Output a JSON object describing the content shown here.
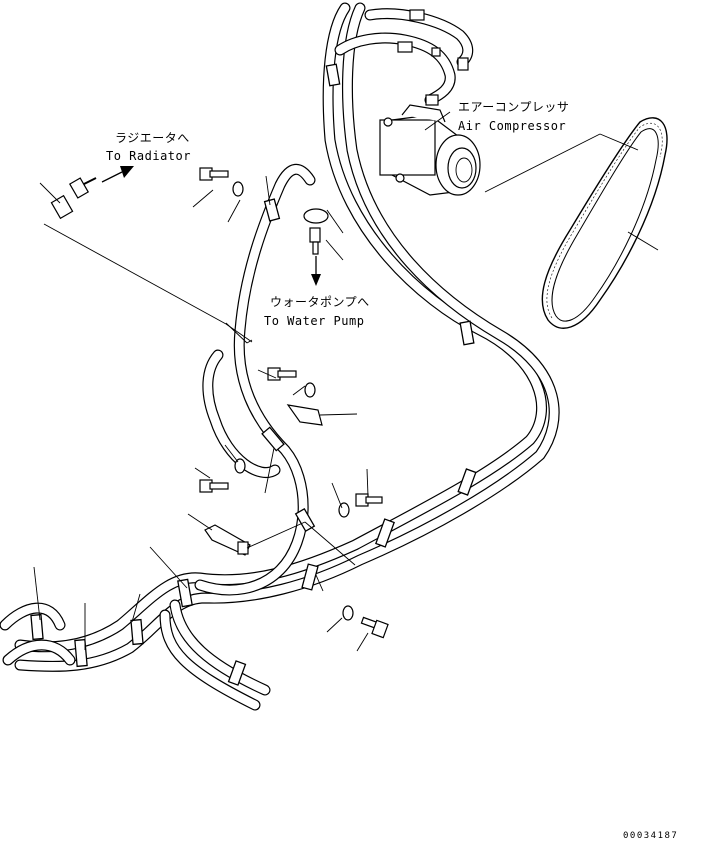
{
  "labels": {
    "radiator_jp": "ラジエータへ",
    "radiator_en": "To Radiator",
    "water_pump_jp": "ウォータポンプへ",
    "water_pump_en": "To Water Pump",
    "compressor_jp": "エアーコンプレッサ",
    "compressor_en": "Air Compressor"
  },
  "drawing_code": "00034187",
  "colors": {
    "line": "#000000",
    "background": "#ffffff"
  }
}
